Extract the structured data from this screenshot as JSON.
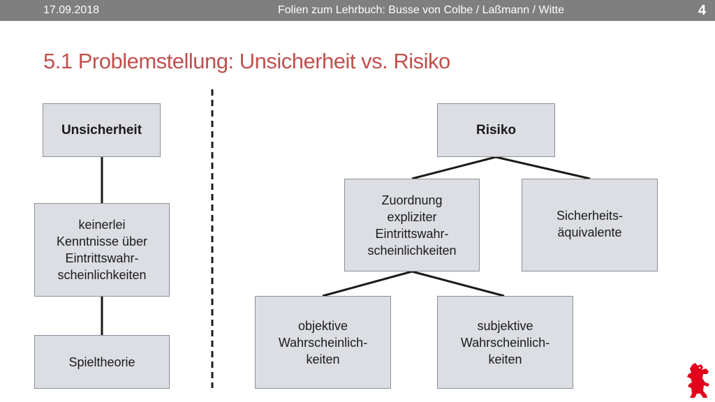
{
  "header": {
    "date": "17.09.2018",
    "footer_text": "Folien zum Lehrbuch: Busse von Colbe / Laßmann / Witte",
    "page_number": "4"
  },
  "slide": {
    "title": "5.1 Problemstellung: Unsicherheit vs. Risiko"
  },
  "diagram": {
    "left": {
      "root": "Unsicherheit",
      "level1": "keinerlei\nKenntnisse über\nEintrittswahr-\nscheinlichkeiten",
      "level2": "Spieltheorie"
    },
    "right": {
      "root": "Risiko",
      "zuordnung": "Zuordnung\nexpliziter\nEintrittswahr-\nscheinlichkeiten",
      "sicherheit": "Sicherheits-\näquivalente",
      "objektiv": "objektive\nWahrscheinlich-\nkeiten",
      "subjektiv": "subjektive\nWahrscheinlich-\nkeiten"
    }
  },
  "colors": {
    "title": "#c0504d",
    "topbar": "#7f7f7f",
    "box_fill": "#dcdee4",
    "connector": "#1a1a1a",
    "logo": "#e2001a"
  },
  "logo": {
    "icon": "bear-icon"
  }
}
